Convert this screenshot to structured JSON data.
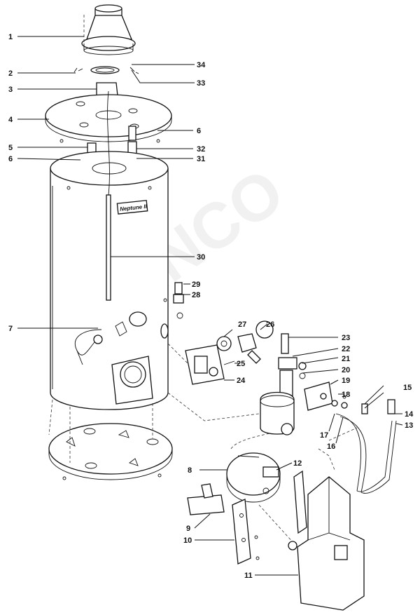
{
  "diagram": {
    "brand_label": "Neptune II",
    "watermark": "ENCO",
    "callouts": {
      "c1": "1",
      "c2": "2",
      "c3": "3",
      "c4": "4",
      "c5": "5",
      "c6a": "6",
      "c6b": "6",
      "c7": "7",
      "c8": "8",
      "c9": "9",
      "c10": "10",
      "c11": "11",
      "c12": "12",
      "c13": "13",
      "c14": "14",
      "c15": "15",
      "c16": "16",
      "c17": "17",
      "c18": "18",
      "c19": "19",
      "c20": "20",
      "c21": "21",
      "c22": "22",
      "c23": "23",
      "c24": "24",
      "c25": "25",
      "c26": "26",
      "c27": "27",
      "c28": "28",
      "c29": "29",
      "c30": "30",
      "c31": "31",
      "c32": "32",
      "c33": "33",
      "c34": "34"
    }
  }
}
